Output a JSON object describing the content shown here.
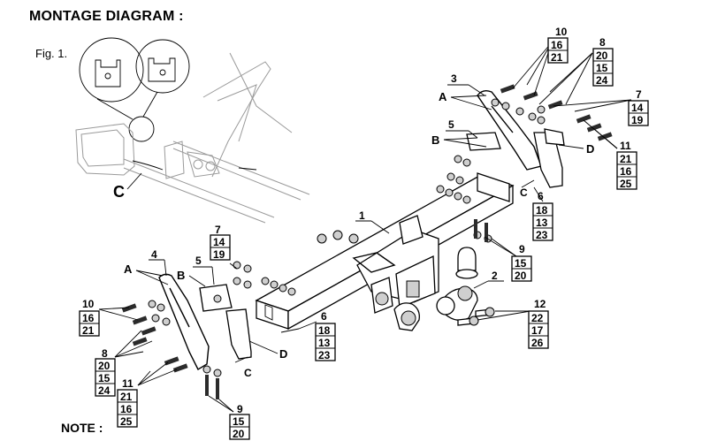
{
  "title": "MONTAGE DIAGRAM :",
  "figure_label": "Fig. 1.",
  "note_label": "NOTE :",
  "letters": {
    "a": "A",
    "b": "B",
    "c": "C",
    "d": "D"
  },
  "callouts": {
    "c1": "1",
    "c2": "2",
    "c3": "3",
    "c4": "4",
    "c5": "5",
    "c6": "6",
    "c7": "7",
    "c8": "8",
    "c9": "9",
    "c10": "10",
    "c11": "11",
    "c12": "12"
  },
  "groups": {
    "g_10_top": [
      "16",
      "21"
    ],
    "g_8_top": [
      "20",
      "15",
      "24"
    ],
    "g_7_top": [
      "14",
      "19"
    ],
    "g_11_top": [
      "21",
      "16",
      "25"
    ],
    "g_6_top": [
      "18",
      "13",
      "23"
    ],
    "g_9_top": [
      "15",
      "20"
    ],
    "g_12": [
      "22",
      "17",
      "26"
    ],
    "g_7_left": [
      "14",
      "19"
    ],
    "g_10_left": [
      "16",
      "21"
    ],
    "g_8_left": [
      "20",
      "15",
      "24"
    ],
    "g_11_left": [
      "21",
      "16",
      "25"
    ],
    "g_6_mid": [
      "18",
      "13",
      "23"
    ],
    "g_9_left": [
      "15",
      "20"
    ]
  }
}
